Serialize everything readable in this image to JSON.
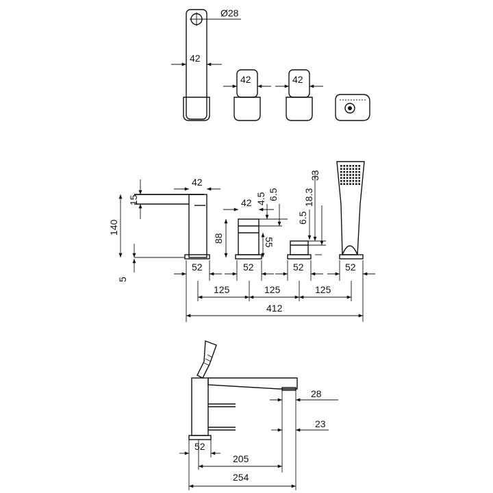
{
  "top_view": {
    "diameter": "Ø28",
    "widths": [
      "42",
      "42",
      "42"
    ]
  },
  "front_view": {
    "spout_width": "42",
    "handle_width": "42",
    "spout_lip": "15",
    "spout_height": "140",
    "deck": "5",
    "handle_height": "88",
    "handle_low": "55",
    "gap_small_a": "4.5",
    "gap_small_b": "6.5",
    "gap_small_c": "6.5",
    "gap_mid": "18.3",
    "gap_top": "33",
    "base_widths": [
      "52",
      "52",
      "52",
      "52"
    ],
    "spacings": [
      "125",
      "125",
      "125"
    ],
    "overall": "412"
  },
  "side_view": {
    "outlet": "28",
    "handle_offset": "23",
    "base": "52",
    "reach": "205",
    "overall_depth": "254"
  }
}
